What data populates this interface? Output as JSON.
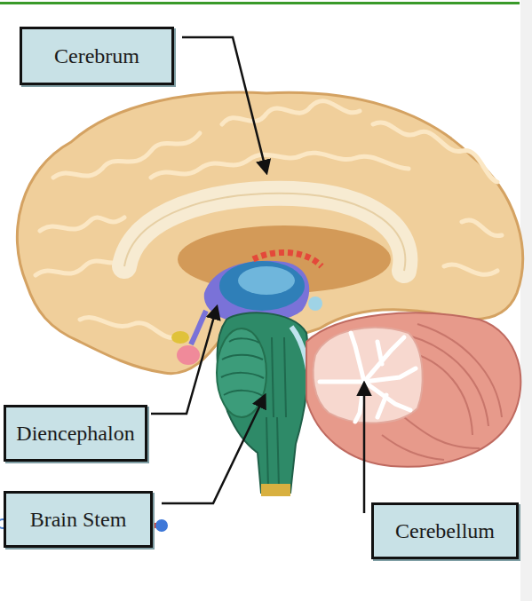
{
  "diagram": {
    "nodes": [
      {
        "text": [
          "Cerebrum"
        ]
      },
      {
        "text": [
          "Diencephalon"
        ]
      },
      {
        "text": [
          "Brain Stem"
        ]
      },
      {
        "text": [
          "Cerebellum"
        ]
      }
    ]
  }
}
